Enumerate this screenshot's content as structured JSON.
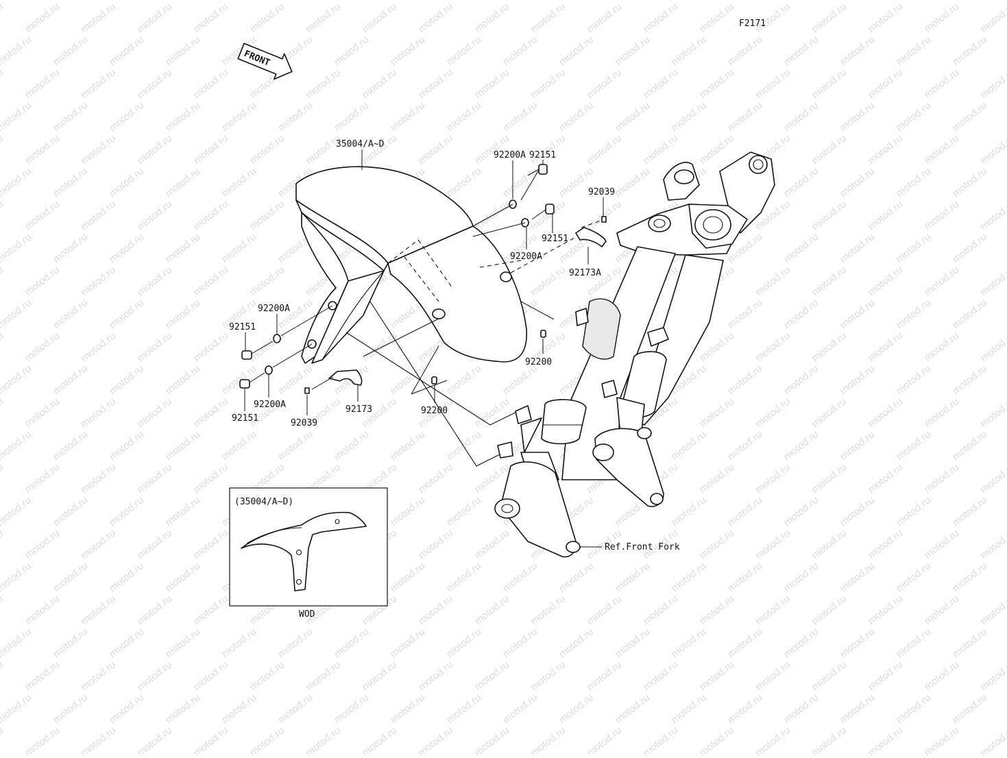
{
  "figure_code": "F2171",
  "front_arrow": {
    "text": "FRONT"
  },
  "watermark": "motod.ru",
  "parts": [
    {
      "id": "fender",
      "label": "35004/A~D"
    },
    {
      "id": "washer-top-1",
      "label": "92200A"
    },
    {
      "id": "bolt-top-1",
      "label": "92151"
    },
    {
      "id": "bolt-top-2",
      "label": "92151"
    },
    {
      "id": "washer-top-2",
      "label": "92200A"
    },
    {
      "id": "screw-right",
      "label": "92039"
    },
    {
      "id": "clamp-right",
      "label": "92173A"
    },
    {
      "id": "grommet-right",
      "label": "92200"
    },
    {
      "id": "washer-left-1",
      "label": "92200A"
    },
    {
      "id": "bolt-left-1",
      "label": "92151"
    },
    {
      "id": "washer-left-2",
      "label": "92200A"
    },
    {
      "id": "bolt-left-2",
      "label": "92151"
    },
    {
      "id": "screw-left",
      "label": "92039"
    },
    {
      "id": "clamp-left",
      "label": "92173"
    },
    {
      "id": "grommet-left",
      "label": "92200"
    }
  ],
  "reference": {
    "label": "Ref.Front Fork"
  },
  "inset": {
    "title": "(35004/A~D)",
    "caption": "WOD"
  }
}
